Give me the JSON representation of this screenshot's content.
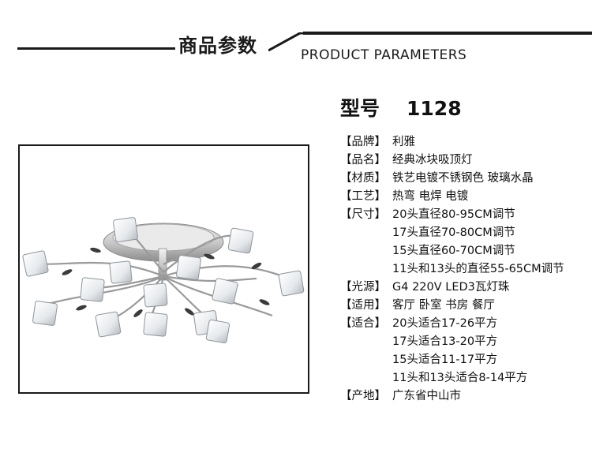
{
  "header": {
    "title_cn": "商品参数",
    "title_en": "PRODUCT PARAMETERS"
  },
  "model": {
    "label": "型号",
    "number": "1128"
  },
  "specs": [
    {
      "label": "【品牌】",
      "value": "利雅"
    },
    {
      "label": "【品名】",
      "value": "经典冰块吸顶灯"
    },
    {
      "label": "【材质】",
      "value": "铁艺电镀不锈钢色  玻璃水晶"
    },
    {
      "label": "【工艺】",
      "value": "热弯  电焊  电镀"
    },
    {
      "label": "【尺寸】",
      "value": "20头直径80-95CM调节"
    },
    {
      "label": "",
      "value": "17头直径70-80CM调节"
    },
    {
      "label": "",
      "value": "15头直径60-70CM调节"
    },
    {
      "label": "",
      "value": "11头和13头的直径55-65CM调节"
    },
    {
      "label": "【光源】",
      "value": "G4    220V  LED3瓦灯珠"
    },
    {
      "label": "【适用】",
      "value": "客厅  卧室  书房  餐厅"
    },
    {
      "label": "【适合】",
      "value": "20头适合17-26平方"
    },
    {
      "label": "",
      "value": "17头适合13-20平方"
    },
    {
      "label": "",
      "value": "15头适合11-17平方"
    },
    {
      "label": "",
      "value": "11头和13头适合8-14平方"
    },
    {
      "label": "【产地】",
      "value": "广东省中山市"
    }
  ],
  "colors": {
    "text": "#1a1a1a",
    "chrome": "#9a9a9a",
    "leaf": "#3b3b3b"
  }
}
